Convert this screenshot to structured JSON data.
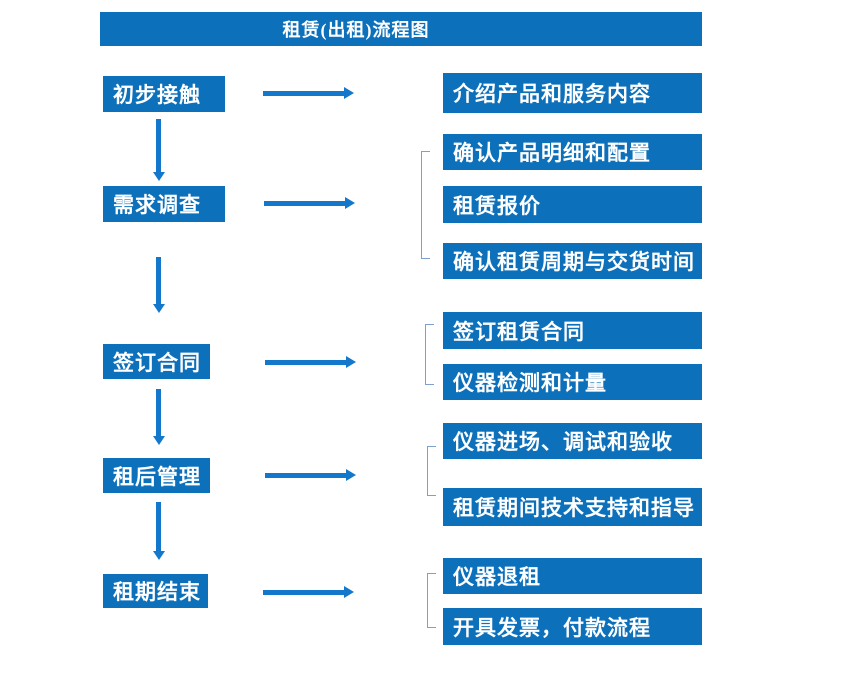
{
  "title": "租赁(出租)流程图",
  "colors": {
    "box": "#0d70ba",
    "arrow": "#1377cb",
    "bracket": "#7f9fcc",
    "boxtext": "#ffffff",
    "bg": "#ffffff"
  },
  "stages": [
    {
      "label": "初步接触",
      "details": [
        "介绍产品和服务内容"
      ]
    },
    {
      "label": "需求调查",
      "details": [
        "确认产品明细和配置",
        "租赁报价",
        "确认租赁周期与交货时间"
      ]
    },
    {
      "label": "签订合同",
      "details": [
        "签订租赁合同",
        "仪器检测和计量"
      ]
    },
    {
      "label": "租后管理",
      "details": [
        "仪器进场、调试和验收",
        "租赁期间技术支持和指导"
      ]
    },
    {
      "label": "租期结束",
      "details": [
        "仪器退租",
        "开具发票，付款流程"
      ]
    }
  ]
}
